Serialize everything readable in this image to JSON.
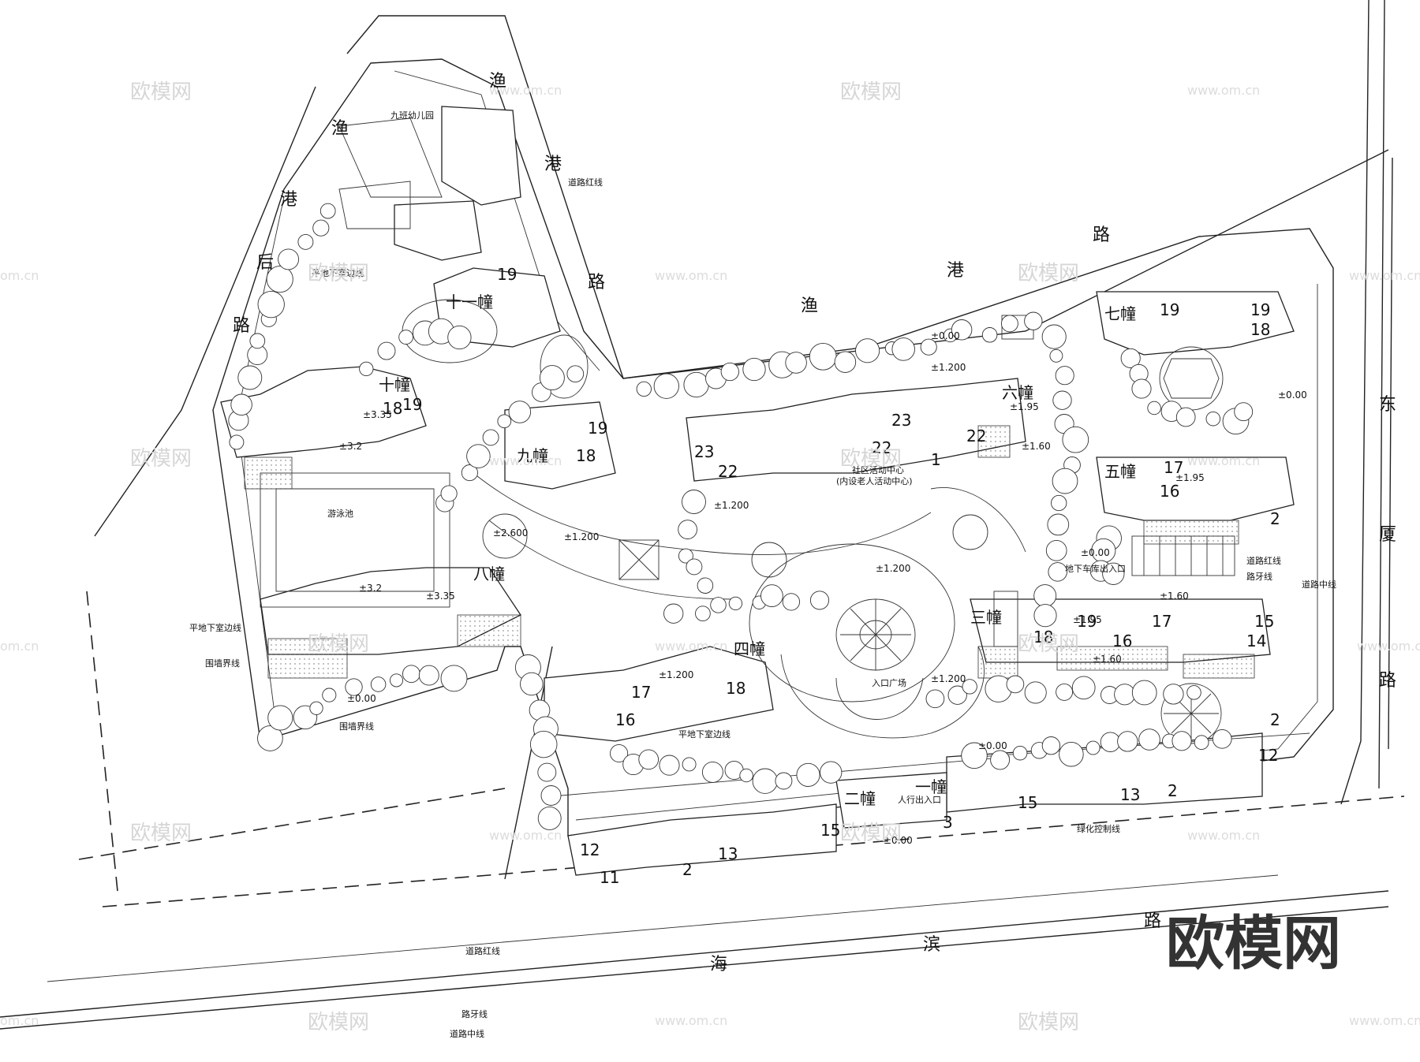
{
  "road_names": {
    "top": [
      "路",
      "港",
      "渔"
    ],
    "northwest": [
      "渔",
      "港",
      "后",
      "路"
    ],
    "diag": [
      "港",
      "路"
    ],
    "east": [
      "东",
      "厦",
      "路"
    ],
    "south": [
      "路",
      "滨",
      "海"
    ]
  },
  "buildings": {
    "b1": "一幢",
    "b2": "二幢",
    "b3": "三幢",
    "b4": "四幢",
    "b5": "五幢",
    "b6": "六幢",
    "b7": "七幢",
    "b8": "八幢",
    "b9": "九幢",
    "b10": "十幢",
    "b11": "十一幢"
  },
  "units": {
    "u23a": "23",
    "u23b": "23",
    "u22a": "22",
    "u22b": "22",
    "u22c": "22",
    "u19a": "19",
    "u19b": "19",
    "u19c": "19",
    "u19d": "19",
    "u19e": "19",
    "u19f": "19",
    "u18a": "18",
    "u18b": "18",
    "u18c": "18",
    "u18d": "18",
    "u18e": "18",
    "u17a": "17",
    "u17b": "17",
    "u17c": "17",
    "u16a": "16",
    "u16b": "16",
    "u16c": "16",
    "u15a": "15",
    "u15b": "15",
    "u15c": "15",
    "u14": "14",
    "u13a": "13",
    "u13b": "13",
    "u12a": "12",
    "u12b": "12",
    "u11": "11",
    "u2a": "2",
    "u2b": "2",
    "u2c": "2",
    "u2d": "2",
    "u3": "3",
    "u1": "1"
  },
  "elevations": {
    "e1": "±1.200",
    "e2": "±1.200",
    "e3": "±1.200",
    "e4": "±1.200",
    "e5": "±1.200",
    "e6": "±1.95",
    "e7": "±1.60",
    "e8": "±0.00",
    "e9": "±0.00",
    "e10": "±0.00",
    "e11": "±2.600",
    "e12": "±3.35",
    "e13": "±3.2",
    "e14": "±3.35",
    "e15": "±3.2",
    "e16": "±0.00",
    "e17": "±1.60",
    "e18": "±1.95",
    "e19": "±0.00",
    "e20": "±1.200",
    "e21": "±0.00",
    "e22": "±1.95",
    "e23": "±1.60"
  },
  "annotations": {
    "kindergarten": "九班幼儿园",
    "pool": "游泳池",
    "plaza": "入口广场",
    "community": "社区活动中心",
    "community_sub": "(内设老人活动中心)",
    "underground": "平地下室边线",
    "red_line": "道路红线",
    "curb": "路牙线",
    "center": "道路中线",
    "fence": "围墙界线",
    "green": "绿化控制线",
    "entrance": "人行出入口",
    "garage_in": "地下车库出入口"
  },
  "watermarks": {
    "logo": "欧模网",
    "url": "www.om.cn",
    "url_frag": "om.cn",
    "big": "欧模网"
  }
}
